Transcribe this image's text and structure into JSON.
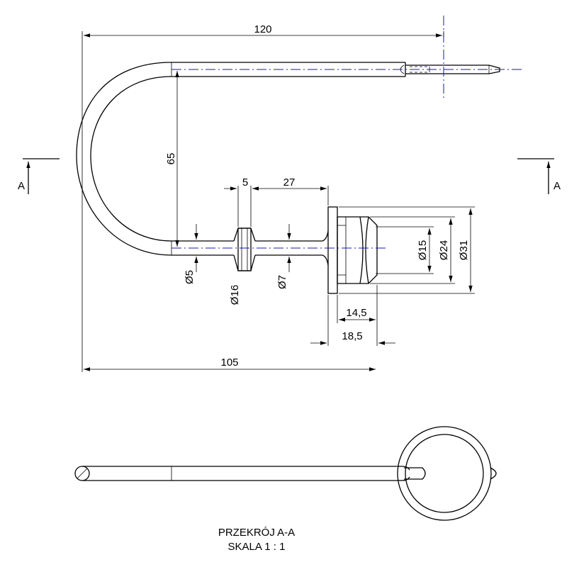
{
  "dimensions": {
    "overall_length": "120",
    "height": "65",
    "shoulder_width": "5",
    "stem_length": "27",
    "wire_diameter": "Ø5",
    "collar_diameter": "Ø16",
    "stem_diameter": "Ø7",
    "groove_diameter": "Ø15",
    "knob_diameter": "Ø24",
    "flange_diameter": "Ø31",
    "knob_length": "14,5",
    "flange_knob_length": "18,5",
    "pin_length": "105"
  },
  "section_marks": {
    "left": "A",
    "right": "A"
  },
  "section_title": "PRZEKRÓJ A-A",
  "scale_note": "SKALA 1 : 1",
  "colors": {
    "line": "#000000",
    "center_axis": "#1a1aa8"
  }
}
